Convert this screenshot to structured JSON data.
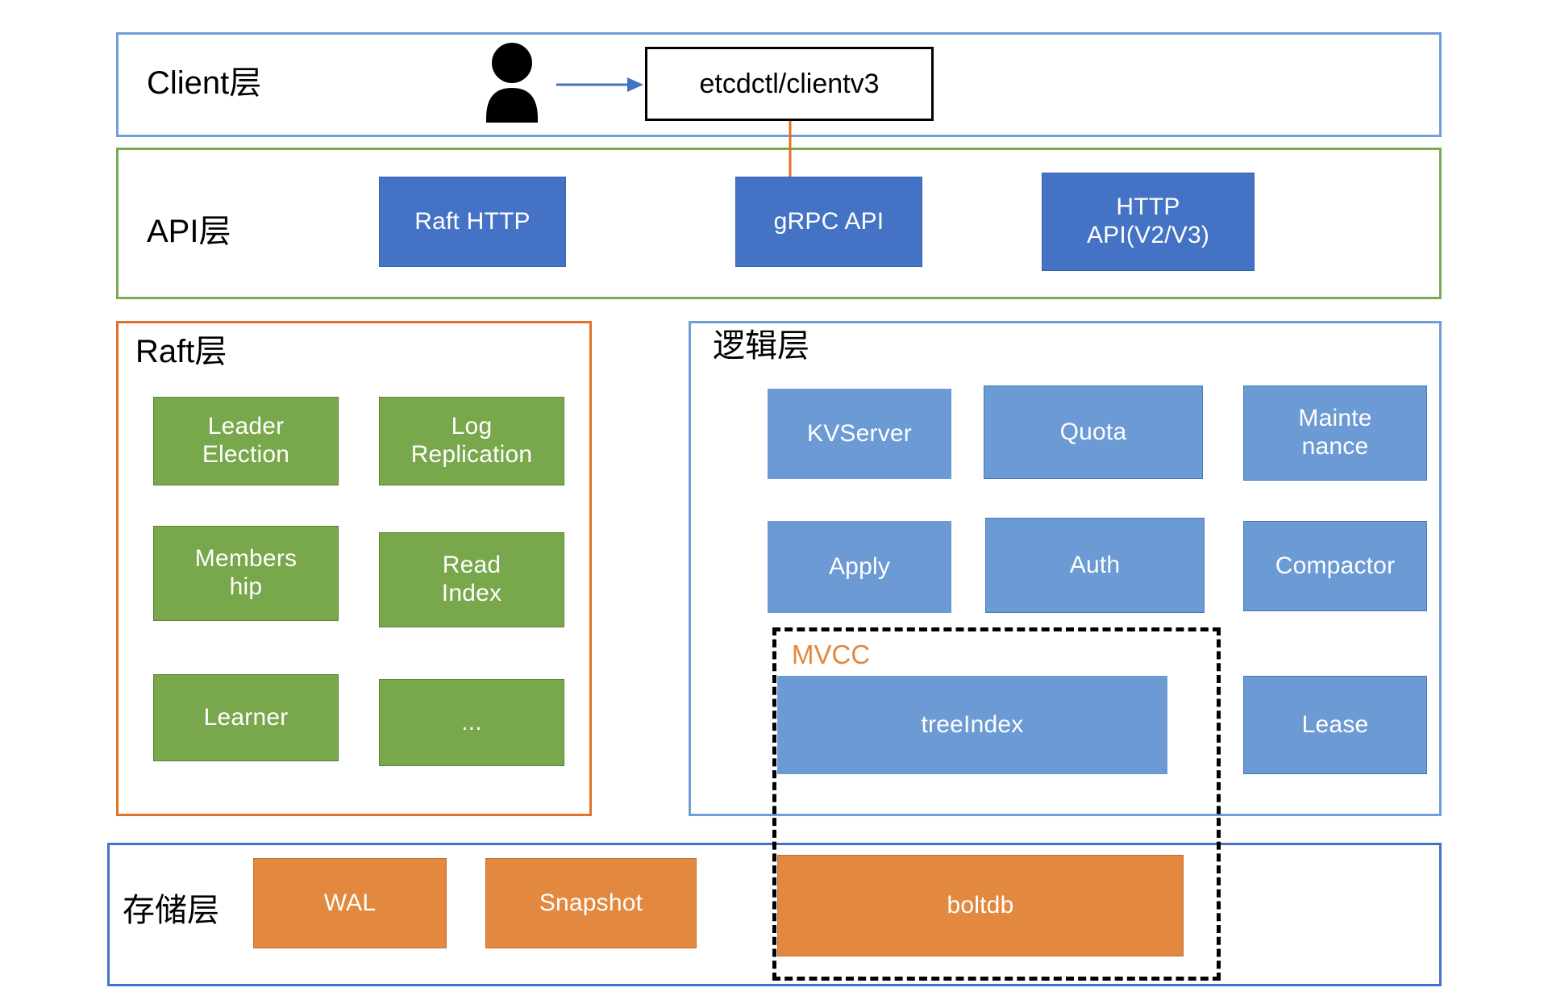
{
  "diagram": {
    "title": "etcd architecture layered diagram",
    "colors": {
      "client_frame": "#6f9ed8",
      "api_frame": "#7aab54",
      "raft_frame": "#e2712a",
      "logic_frame": "#6f9ed8",
      "storage_frame": "#4472c4",
      "dark_blue_box": "#4472c4",
      "mid_blue_box": "#6c9ad4",
      "green_box": "#79a74b",
      "orange_box": "#e2883f",
      "mvcc_label": "#e2883f",
      "arrow_blue": "#4472c4",
      "arrow_orange": "#e2712a"
    }
  },
  "layers": {
    "client": {
      "title": "Client层",
      "actor_icon": "person-icon",
      "client_box": "etcdctl/clientv3"
    },
    "api": {
      "title": "API层",
      "boxes": [
        {
          "label": "Raft HTTP"
        },
        {
          "label": "gRPC API"
        },
        {
          "label": "HTTP\nAPI(V2/V3)"
        }
      ]
    },
    "raft": {
      "title": "Raft层",
      "boxes": [
        {
          "label": "Leader\nElection"
        },
        {
          "label": "Log\nReplication"
        },
        {
          "label": "Members\nhip"
        },
        {
          "label": "Read\nIndex"
        },
        {
          "label": "Learner"
        },
        {
          "label": "..."
        }
      ]
    },
    "logic": {
      "title": "逻辑层",
      "boxes": [
        {
          "label": "KVServer"
        },
        {
          "label": "Quota"
        },
        {
          "label": "Mainte\nnance"
        },
        {
          "label": "Apply"
        },
        {
          "label": "Auth"
        },
        {
          "label": "Compactor"
        },
        {
          "label": "treeIndex"
        },
        {
          "label": "Lease"
        }
      ]
    },
    "storage": {
      "title": "存储层",
      "boxes": [
        {
          "label": "WAL"
        },
        {
          "label": "Snapshot"
        },
        {
          "label": "boltdb"
        }
      ]
    },
    "mvcc": {
      "label": "MVCC"
    }
  }
}
